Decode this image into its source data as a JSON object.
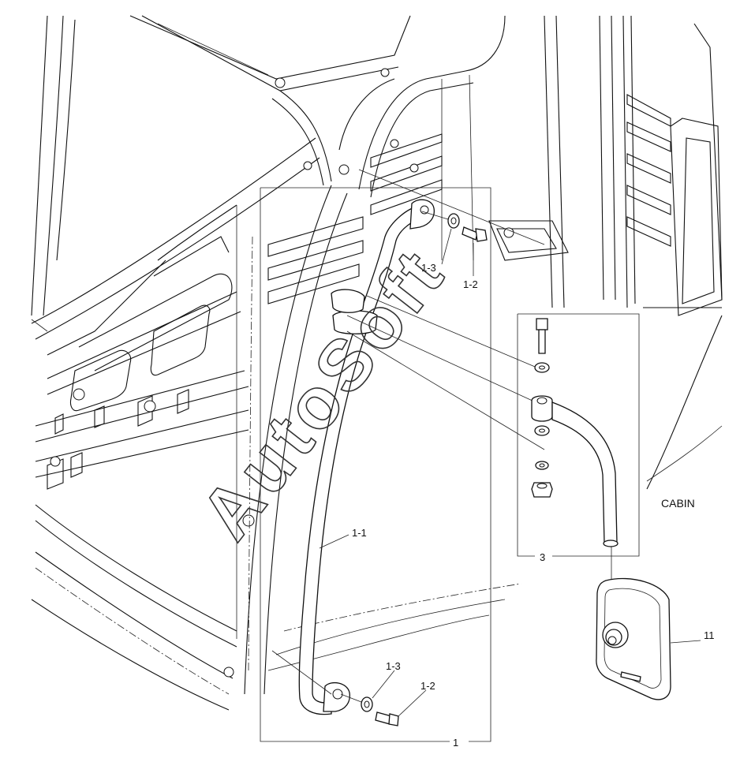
{
  "labels": {
    "assembly": "1",
    "tube": "1-1",
    "bolt_upper": "1-2",
    "washer_upper": "1-3",
    "washer_lower": "1-3",
    "bolt_lower": "1-2",
    "bracket": "3",
    "mirror": "11",
    "cabin": "CABIN"
  },
  "watermark": "AutoSoft"
}
